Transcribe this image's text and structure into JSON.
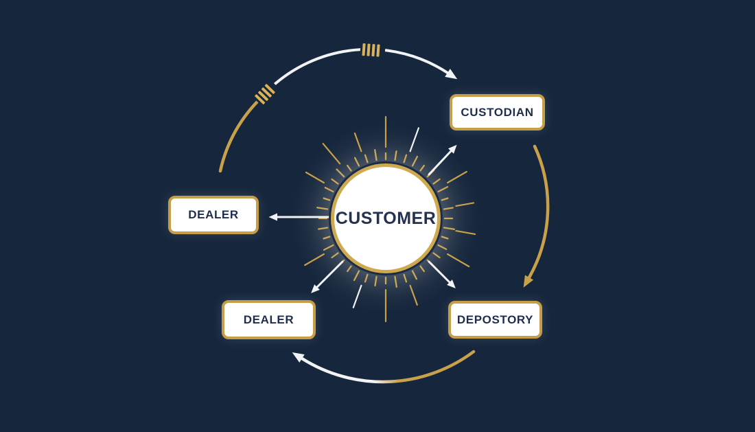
{
  "diagram": {
    "center_label": "CUSTOMER",
    "nodes": [
      {
        "id": "custodian",
        "label": "CUSTODIAN",
        "position": "top-right"
      },
      {
        "id": "dealer-left",
        "label": "DEALER",
        "position": "middle-left"
      },
      {
        "id": "dealer-bottom",
        "label": "DEALER",
        "position": "bottom-left"
      },
      {
        "id": "depository",
        "label": "DEPOSTORY",
        "position": "bottom-right"
      }
    ],
    "flows": [
      {
        "type": "straight-arrow",
        "from": "CUSTOMER",
        "to": "CUSTODIAN"
      },
      {
        "type": "straight-arrow",
        "from": "CUSTOMER",
        "to": "DEALER (middle-left)"
      },
      {
        "type": "straight-arrow",
        "from": "CUSTOMER",
        "to": "DEALER (bottom-left)"
      },
      {
        "type": "straight-arrow",
        "from": "CUSTOMER",
        "to": "DEPOSTORY"
      },
      {
        "type": "curved-arrow",
        "from": "DEALER (middle-left)",
        "to": "CUSTODIAN"
      },
      {
        "type": "curved-arrow",
        "from": "CUSTODIAN",
        "to": "DEPOSTORY"
      },
      {
        "type": "curved-arrow",
        "from": "DEPOSTORY",
        "to": "DEALER (bottom-left)"
      }
    ],
    "colors": {
      "background": "#16263C",
      "gold": "#C9A14A",
      "gold_light": "#D8B25C",
      "white_line": "#F2F3F5",
      "box_fill": "#FFFFFF",
      "box_border": "#C69D49",
      "text": "#1F2D4D"
    }
  }
}
